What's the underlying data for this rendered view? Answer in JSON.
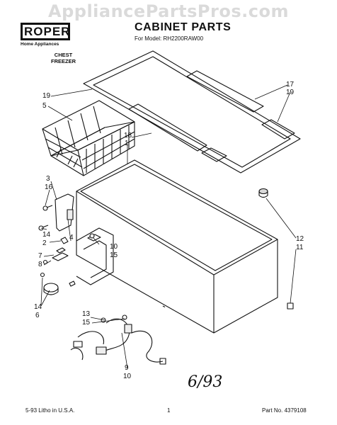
{
  "watermark": "AppliancePartsPros.com",
  "brand": {
    "name": "ROPER",
    "sub": "Home Appliances"
  },
  "header": {
    "title": "CABINET PARTS",
    "model": "For Model: RH2200RAW00"
  },
  "unit_label": [
    "CHEST",
    "FREEZER"
  ],
  "callouts": {
    "c19a": "19",
    "c5": "5",
    "c18": "18",
    "c1": "1",
    "c3": "3",
    "c16": "16",
    "c4": "4",
    "c14a": "14",
    "c2": "2",
    "c7": "7",
    "c8": "8",
    "c10a": "10",
    "c15a": "15",
    "c17": "17",
    "c19b": "19",
    "c12": "12",
    "c11": "11",
    "c13": "13",
    "c15b": "15",
    "c14b": "14",
    "c6": "6",
    "c9": "9",
    "c10b": "10"
  },
  "handwritten": "6/93",
  "footer": {
    "left": "5-93  Litho in U.S.A.",
    "center": "1",
    "right": "Part No. 4379108"
  }
}
